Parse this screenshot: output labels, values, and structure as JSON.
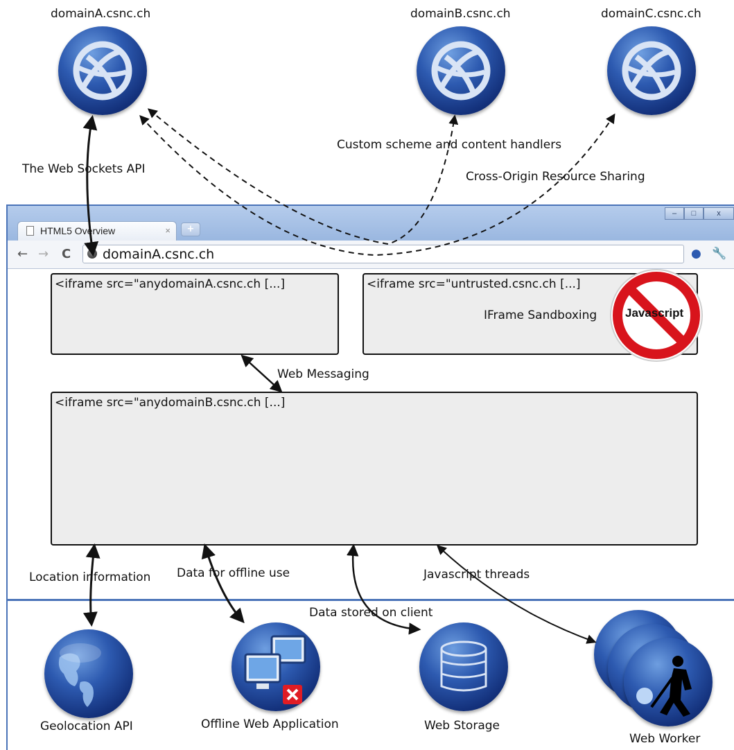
{
  "domains": {
    "a": "domainA.csnc.ch",
    "b": "domainB.csnc.ch",
    "c": "domainC.csnc.ch"
  },
  "arrows": {
    "web_sockets": "The Web Sockets API",
    "custom_scheme": "Custom scheme and content handlers",
    "cors": "Cross-Origin Resource Sharing",
    "web_messaging": "Web Messaging",
    "location": "Location information",
    "offline_data": "Data for offline use",
    "client_storage": "Data stored on client",
    "threads": "Javascript threads"
  },
  "browser": {
    "tab_title": "HTML5 Overview",
    "tab_close": "×",
    "new_tab": "+",
    "address": "domainA.csnc.ch",
    "win_min": "–",
    "win_max": "□",
    "win_close": "x"
  },
  "iframes": {
    "a": "<iframe src=\"anydomainA.csnc.ch [...]",
    "untrusted": "<iframe src=\"untrusted.csnc.ch [...]",
    "b": "<iframe src=\"anydomainB.csnc.ch [...]"
  },
  "sandboxing": {
    "label": "IFrame Sandboxing",
    "sign_text": "Javascript"
  },
  "apis": {
    "geolocation": "Geolocation API",
    "offline": "Offline Web Application",
    "storage": "Web Storage",
    "worker": "Web Worker"
  }
}
